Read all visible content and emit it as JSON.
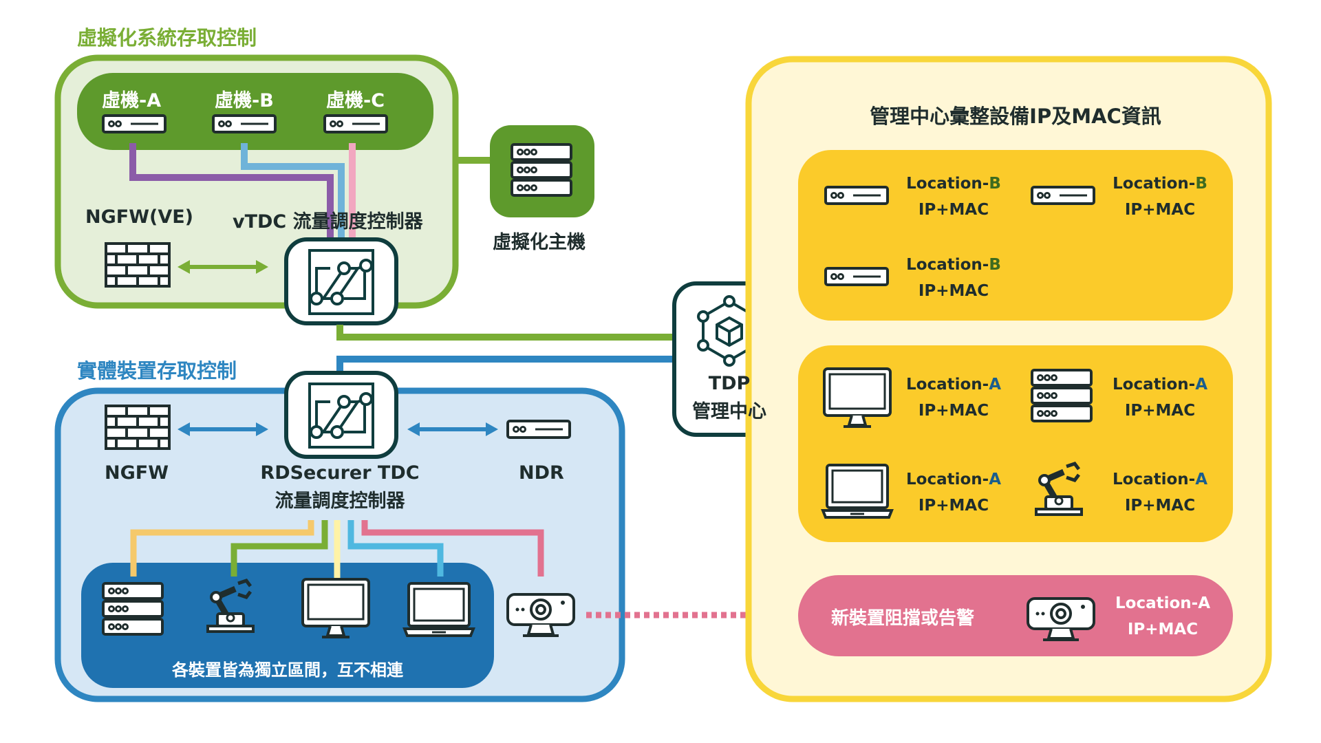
{
  "virtual_section": {
    "title": "虛擬化系統存取控制",
    "vms": [
      {
        "label": "虛機-A"
      },
      {
        "label": "虛機-B"
      },
      {
        "label": "虛機-C"
      }
    ],
    "ngfw_label": "NGFW(VE)",
    "vtdc_label": "vTDC 流量調度控制器",
    "host_label": "虛擬化主機"
  },
  "physical_section": {
    "title": "實體裝置存取控制",
    "ngfw_label": "NGFW",
    "tdc_label_line1": "RDSecurer TDC",
    "tdc_label_line2": "流量調度控制器",
    "ndr_label": "NDR",
    "isolation_label": "各裝置皆為獨立區間，互不相連"
  },
  "tdp": {
    "line1": "TDP",
    "line2": "管理中心"
  },
  "management": {
    "title": "管理中心彙整設備IP及MAC資訊",
    "location_b_cards": [
      {
        "location_prefix": "Location-",
        "location_letter": "B",
        "info": "IP+MAC",
        "icon": "network-device-icon"
      },
      {
        "location_prefix": "Location-",
        "location_letter": "B",
        "info": "IP+MAC",
        "icon": "network-device-icon"
      },
      {
        "location_prefix": "Location-",
        "location_letter": "B",
        "info": "IP+MAC",
        "icon": "network-device-icon"
      }
    ],
    "location_a_cards": [
      {
        "location_prefix": "Location-",
        "location_letter": "A",
        "info": "IP+MAC",
        "icon": "monitor-icon"
      },
      {
        "location_prefix": "Location-",
        "location_letter": "A",
        "info": "IP+MAC",
        "icon": "server-rack-icon"
      },
      {
        "location_prefix": "Location-",
        "location_letter": "A",
        "info": "IP+MAC",
        "icon": "laptop-icon"
      },
      {
        "location_prefix": "Location-",
        "location_letter": "A",
        "info": "IP+MAC",
        "icon": "robot-arm-icon"
      }
    ],
    "new_device": {
      "label": "新裝置阻擋或告警",
      "location": "Location-A",
      "info": "IP+MAC",
      "icon": "camera-icon"
    }
  },
  "colors": {
    "green": "#7AAE35",
    "green_dark": "#5E9A2C",
    "green_light": "#E5EFD9",
    "blue": "#2E86C1",
    "blue_light": "#D6E7F5",
    "blue_dark": "#1F72B0",
    "yellow": "#F8D63A",
    "yellow_light": "#FFF7D6",
    "yellow_card": "#FBCB2A",
    "pink": "#E2728F",
    "dark": "#0F3D3E"
  }
}
